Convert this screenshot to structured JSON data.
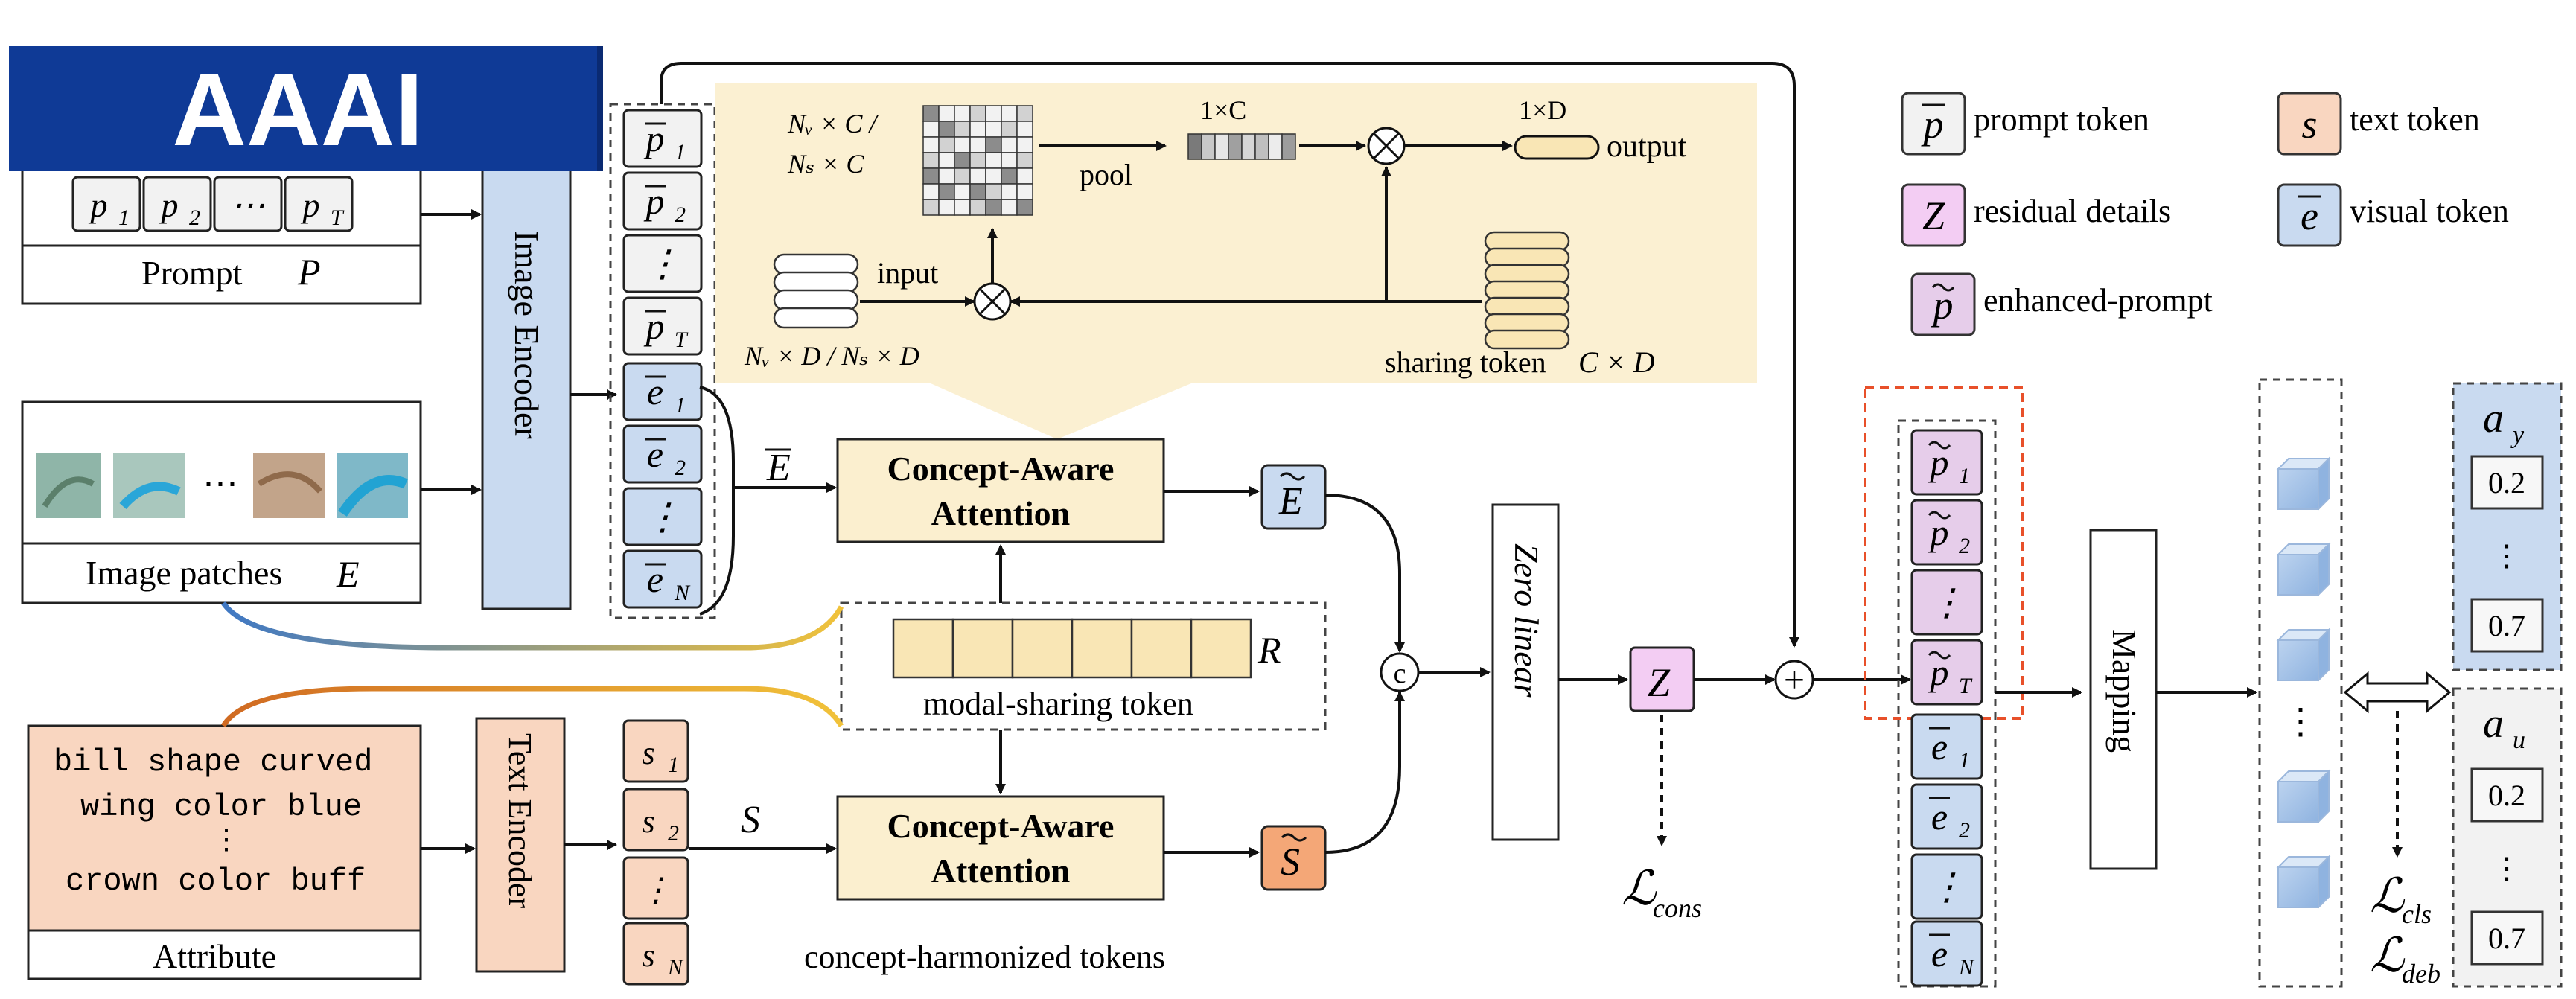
{
  "banner": {
    "text": "AAAI",
    "bg": "#0f3a96",
    "fg": "#ffffff"
  },
  "colors": {
    "prompt_fill": "#f2f2f2",
    "residual_fill": "#f3cdf3",
    "text_fill": "#f9d6c0",
    "visual_fill": "#c9daf0",
    "attention_fill": "#fbefcf",
    "sharing_fill": "#f9e6b5",
    "panel_fill": "#fbf0d2",
    "highlight_border": "#e8502a",
    "curve_blue": "#3f78c4",
    "curve_orange": "#d06a22",
    "curve_yellow": "#f1c23a"
  },
  "prompt_box": {
    "tokens": [
      "p",
      "p",
      "⋯",
      "p"
    ],
    "subs": [
      "1",
      "2",
      "",
      "T"
    ],
    "label": "Prompt",
    "label_var": "P"
  },
  "image_box": {
    "ellipsis": "⋯",
    "label": "Image patches",
    "label_var": "E"
  },
  "attribute_box": {
    "lines": [
      "bill shape curved",
      "wing color blue",
      "⋮",
      "crown color buff"
    ],
    "label": "Attribute"
  },
  "encoders": {
    "image": "Image Encoder",
    "text": "Text Encoder"
  },
  "image_token_column": {
    "prompt_tokens": [
      {
        "base": "p",
        "sub": "1"
      },
      {
        "base": "p",
        "sub": "2"
      },
      {
        "base": "⋮",
        "sub": ""
      },
      {
        "base": "p",
        "sub": "T"
      }
    ],
    "visual_tokens": [
      {
        "base": "e",
        "sub": "1"
      },
      {
        "base": "e",
        "sub": "2"
      },
      {
        "base": "⋮",
        "sub": ""
      },
      {
        "base": "e",
        "sub": "N"
      }
    ]
  },
  "text_token_column": {
    "tokens": [
      {
        "base": "s",
        "sub": "1"
      },
      {
        "base": "s",
        "sub": "2"
      },
      {
        "base": "⋮",
        "sub": ""
      },
      {
        "base": "s",
        "sub": "N"
      }
    ],
    "var": "S"
  },
  "e_bar": "E",
  "attention": {
    "line1": "Concept-Aware",
    "line2": "Attention"
  },
  "sharing": {
    "var": "R",
    "label": "modal-sharing token"
  },
  "harmonized_label": "concept-harmonized tokens",
  "e_tilde": "E",
  "s_tilde": "S",
  "concat_symbol": "c",
  "zero_linear": "Zero linear",
  "residual_token": "Z",
  "loss_cons": {
    "base": "ℒ",
    "sub": "cons"
  },
  "plus_symbol": "+",
  "enhanced_column": {
    "prompt_tokens": [
      {
        "base": "p",
        "sub": "1"
      },
      {
        "base": "p",
        "sub": "2"
      },
      {
        "base": "⋮",
        "sub": ""
      },
      {
        "base": "p",
        "sub": "T"
      }
    ],
    "visual_tokens": [
      {
        "base": "e",
        "sub": "1"
      },
      {
        "base": "e",
        "sub": "2"
      },
      {
        "base": "⋮",
        "sub": ""
      },
      {
        "base": "e",
        "sub": "N"
      }
    ]
  },
  "mapping": "Mapping",
  "ay_box": {
    "label": "a",
    "sub": "y",
    "values": [
      "0.2",
      "⋮",
      "0.7"
    ]
  },
  "au_box": {
    "label": "a",
    "sub": "u",
    "values": [
      "0.2",
      "⋮",
      "0.7"
    ]
  },
  "loss_cls": {
    "base": "ℒ",
    "sub": "cls"
  },
  "loss_deb": {
    "base": "ℒ",
    "sub": "deb"
  },
  "panel": {
    "input_dims": "Nᵥ × C /",
    "input_dims2": "Nₛ × C",
    "pool": "pool",
    "pool_dims": "1×C",
    "out_dims": "1×D",
    "output": "output",
    "input": "input",
    "input_token_dims": "Nᵥ × D / Nₛ × D",
    "sharing_label": "sharing token",
    "sharing_dims": "C × D"
  },
  "legend": [
    {
      "sym": "p",
      "label": "prompt token",
      "color": "#f2f2f2"
    },
    {
      "sym": "s",
      "label": "text token",
      "color": "#f9d6c0"
    },
    {
      "sym": "Z",
      "label": "residual details",
      "color": "#f3cdf3"
    },
    {
      "sym": "e",
      "label": "visual token",
      "color": "#c9daf0"
    },
    {
      "sym": "p",
      "label": "enhanced-prompt",
      "color": "#e6cdea"
    }
  ]
}
